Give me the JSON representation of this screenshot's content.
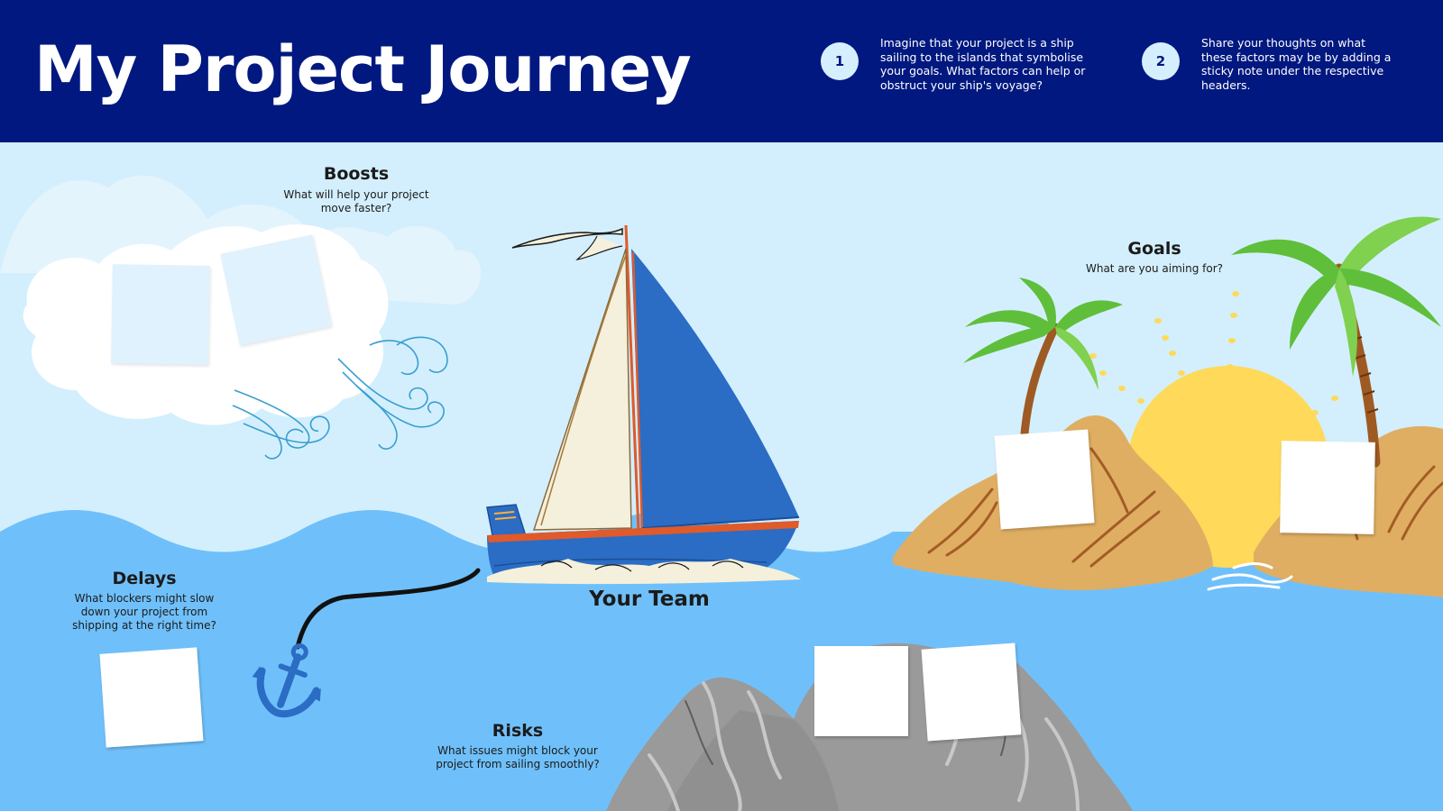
{
  "header": {
    "title": "My Project Journey",
    "steps": [
      {
        "number": "1",
        "text": "Imagine that your project is a ship sailing to the islands that symbolise your goals. What factors can help or obstruct your ship's voyage?"
      },
      {
        "number": "2",
        "text": "Share your thoughts on what these factors may be by adding a sticky note under the respective headers."
      }
    ]
  },
  "sections": {
    "boosts": {
      "title": "Boosts",
      "subtitle": "What will help your project move faster?"
    },
    "goals": {
      "title": "Goals",
      "subtitle": "What are you aiming for?"
    },
    "delays": {
      "title": "Delays",
      "subtitle": "What blockers might slow down your  project from shipping at the right time?"
    },
    "team": {
      "title": "Your Team"
    },
    "risks": {
      "title": "Risks",
      "subtitle": "What issues might block your project from sailing smoothly?"
    }
  },
  "colors": {
    "header": "#00187f",
    "sky": "#d3effd",
    "sea": "#6fc0fa",
    "sail": "#2b6cc4",
    "sand": "#dfae62",
    "rock": "#9a9a9a",
    "palm": "#5fbf3a",
    "sun": "#ffd95a"
  },
  "icons": [
    "cloud-icon",
    "wind-icon",
    "sailboat-icon",
    "anchor-icon",
    "palm-tree-icon",
    "sun-icon",
    "rock-icon"
  ]
}
